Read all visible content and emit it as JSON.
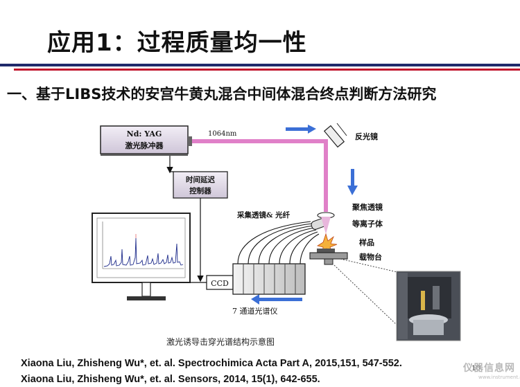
{
  "slide": {
    "title": "应用1：过程质量均一性",
    "subtitle": "一、基于LIBS技术的安宫牛黄丸混合中间体混合终点判断方法研究",
    "page_number": "10"
  },
  "diagram": {
    "laser_label_1": "Nd: YAG",
    "laser_label_2": "激光脉冲器",
    "wavelength": "1064nm",
    "mirror": "反光镜",
    "delay_1": "时间延迟",
    "delay_2": "控制器",
    "collect": "采集透镜& 光纤",
    "focus": "聚焦透镜",
    "plasma": "等离子体",
    "sample": "样品",
    "stage": "载物台",
    "ccd": "CCD",
    "spectrometer": "7 通道光谱仪",
    "caption": "激光诱导击穿光谱结构示意图"
  },
  "references": [
    "Xiaona Liu, Zhisheng Wu*, et. al. Spectrochimica Acta Part A, 2015,151, 547-552.",
    "Xiaona Liu, Zhisheng Wu*, et. al. Sensors, 2014, 15(1), 642-655."
  ],
  "watermark": {
    "text": "仪器信息网",
    "url": "www.instrument.com.cn"
  },
  "colors": {
    "beam": "#e080c8",
    "arrow": "#3b6fd6",
    "rule_blue": "#1f2a6b",
    "rule_red": "#c0122b"
  }
}
